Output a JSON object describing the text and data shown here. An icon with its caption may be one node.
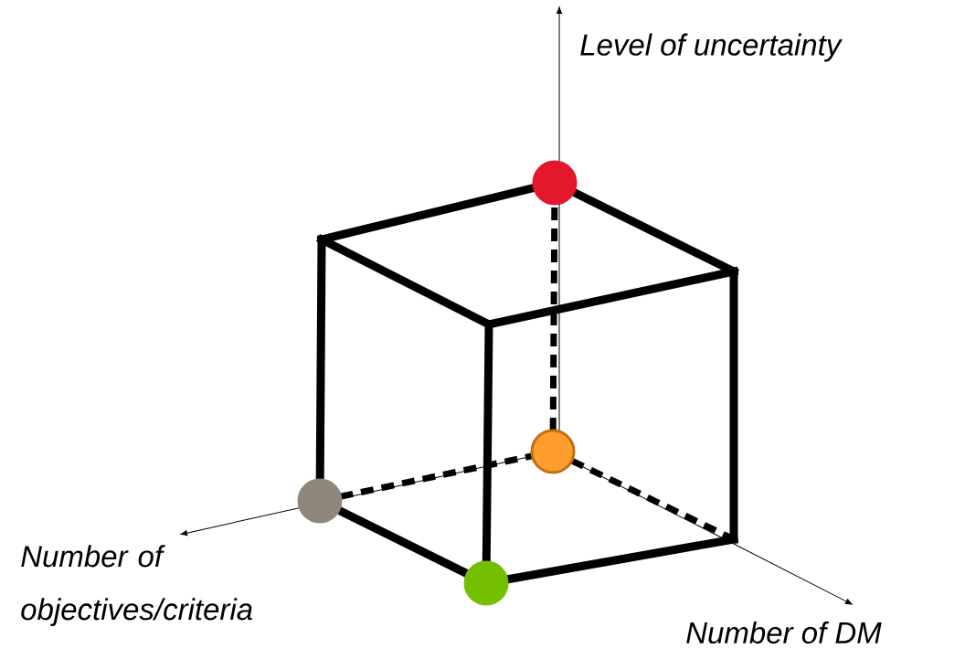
{
  "diagram": {
    "labels": [
      "Level of uncertainty",
      "Number of objectives/criteria",
      "Number of DM"
    ]
  }
}
